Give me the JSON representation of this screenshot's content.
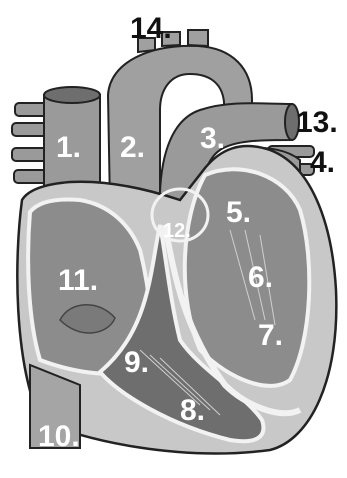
{
  "diagram": {
    "labels": [
      {
        "key": "1",
        "text": "1."
      },
      {
        "key": "2",
        "text": "2."
      },
      {
        "key": "3",
        "text": "3."
      },
      {
        "key": "4",
        "text": "4."
      },
      {
        "key": "5",
        "text": "5."
      },
      {
        "key": "6",
        "text": "6."
      },
      {
        "key": "7",
        "text": "7."
      },
      {
        "key": "8",
        "text": "8."
      },
      {
        "key": "9",
        "text": "9."
      },
      {
        "key": "10",
        "text": "10."
      },
      {
        "key": "11",
        "text": "11."
      },
      {
        "key": "12",
        "text": "12."
      },
      {
        "key": "13",
        "text": "13."
      },
      {
        "key": "14",
        "text": "14."
      }
    ]
  },
  "colors": {
    "wall": "#c8c8c8",
    "vessel": "#9a9a9a",
    "vessel_dark": "#7a7a7a",
    "chamber": "#8c8c8c",
    "chamber_dark": "#6e6e6e",
    "outline": "#222222",
    "lining": "#f2f2f2"
  }
}
